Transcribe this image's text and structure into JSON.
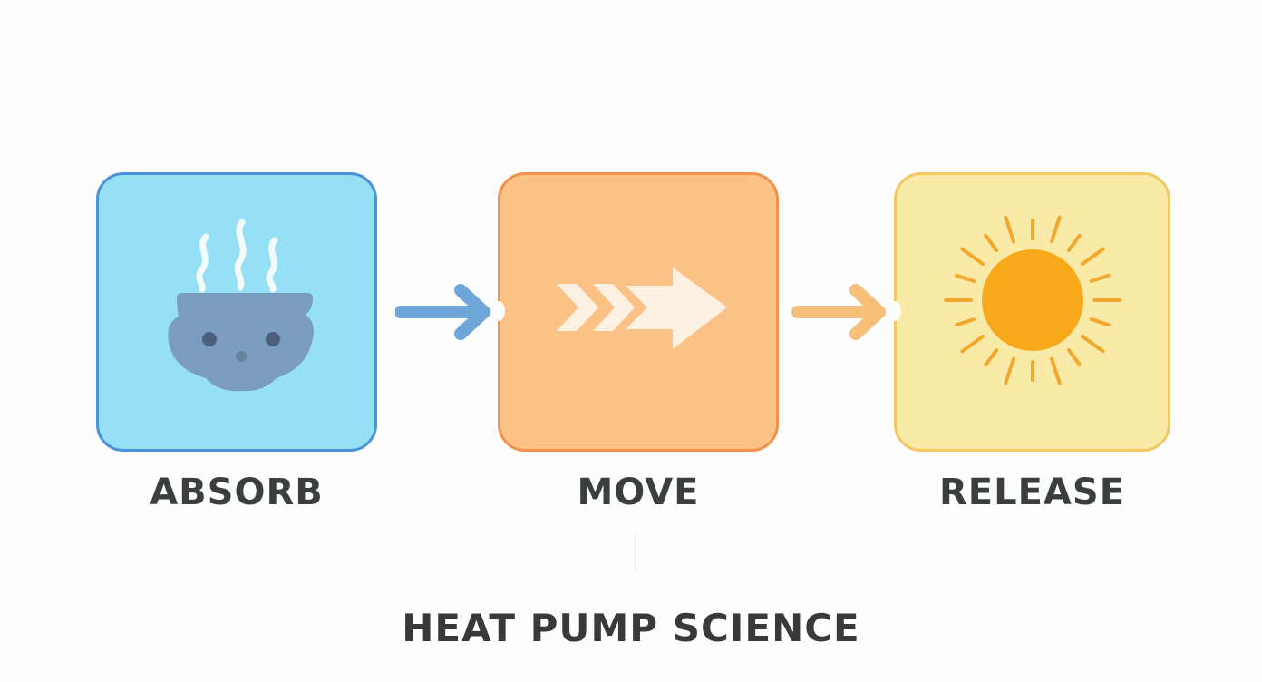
{
  "diagram": {
    "title": "HEAT PUMP SCIENCE",
    "steps": [
      {
        "label": "ABSORB",
        "icon": "steaming-pot-icon",
        "fill": "#95e0f4",
        "border": "#4a93d6"
      },
      {
        "label": "MOVE",
        "icon": "forward-arrows-icon",
        "fill": "#fbc185",
        "border": "#f0924a"
      },
      {
        "label": "RELEASE",
        "icon": "sun-icon",
        "fill": "#faeaa7",
        "border": "#f2c860"
      }
    ],
    "connectors": [
      {
        "from": "ABSORB",
        "to": "MOVE",
        "icon": "arrow-right-icon",
        "color": "#6fa6d9"
      },
      {
        "from": "MOVE",
        "to": "RELEASE",
        "icon": "arrow-right-icon",
        "color": "#f6c07a"
      }
    ]
  }
}
